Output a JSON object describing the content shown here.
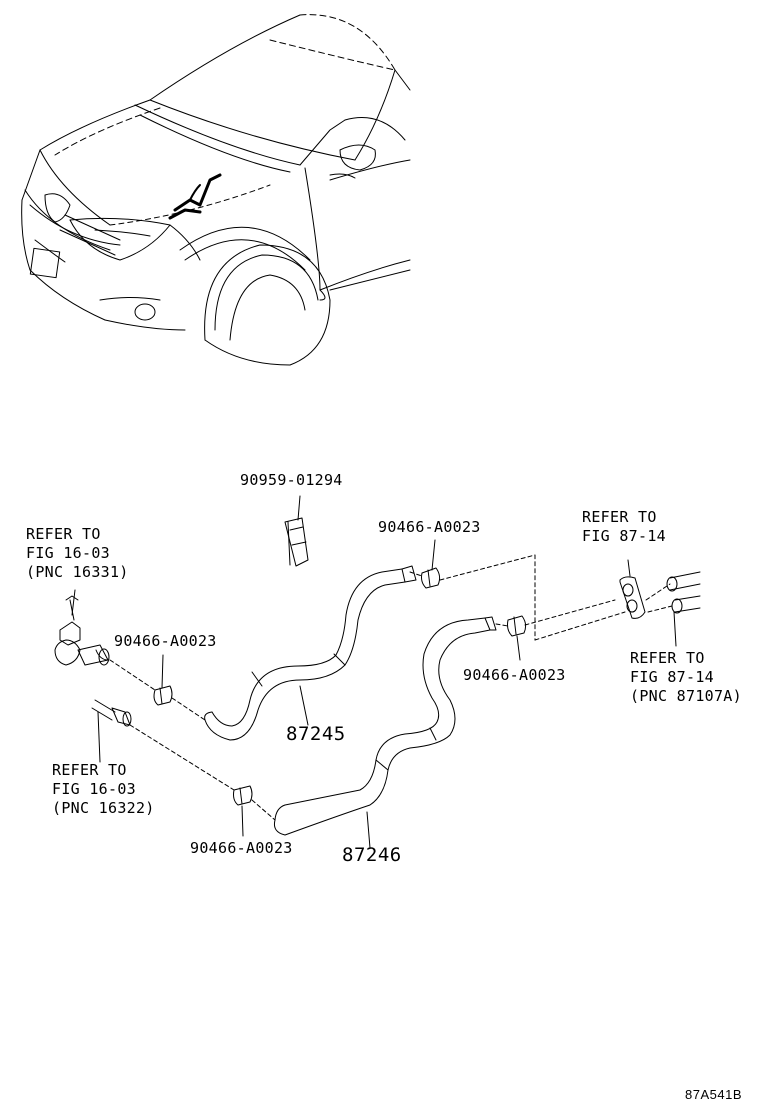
{
  "labels": {
    "clip_top": "90959-01294",
    "clamp_a": "90466-A0023",
    "clamp_b": "90466-A0023",
    "clamp_c": "90466-A0023",
    "clamp_d": "90466-A0023",
    "hose_upper": "87245",
    "hose_lower": "87246",
    "refer_a": [
      "REFER TO",
      "FIG 16-03",
      "(PNC 16331)"
    ],
    "refer_b": [
      "REFER TO",
      "FIG 16-03",
      "(PNC 16322)"
    ],
    "refer_c": [
      "REFER TO",
      "FIG 87-14"
    ],
    "refer_d": [
      "REFER TO",
      "FIG 87-14",
      "(PNC 87107A)"
    ]
  },
  "drawing_code": "87A541B"
}
